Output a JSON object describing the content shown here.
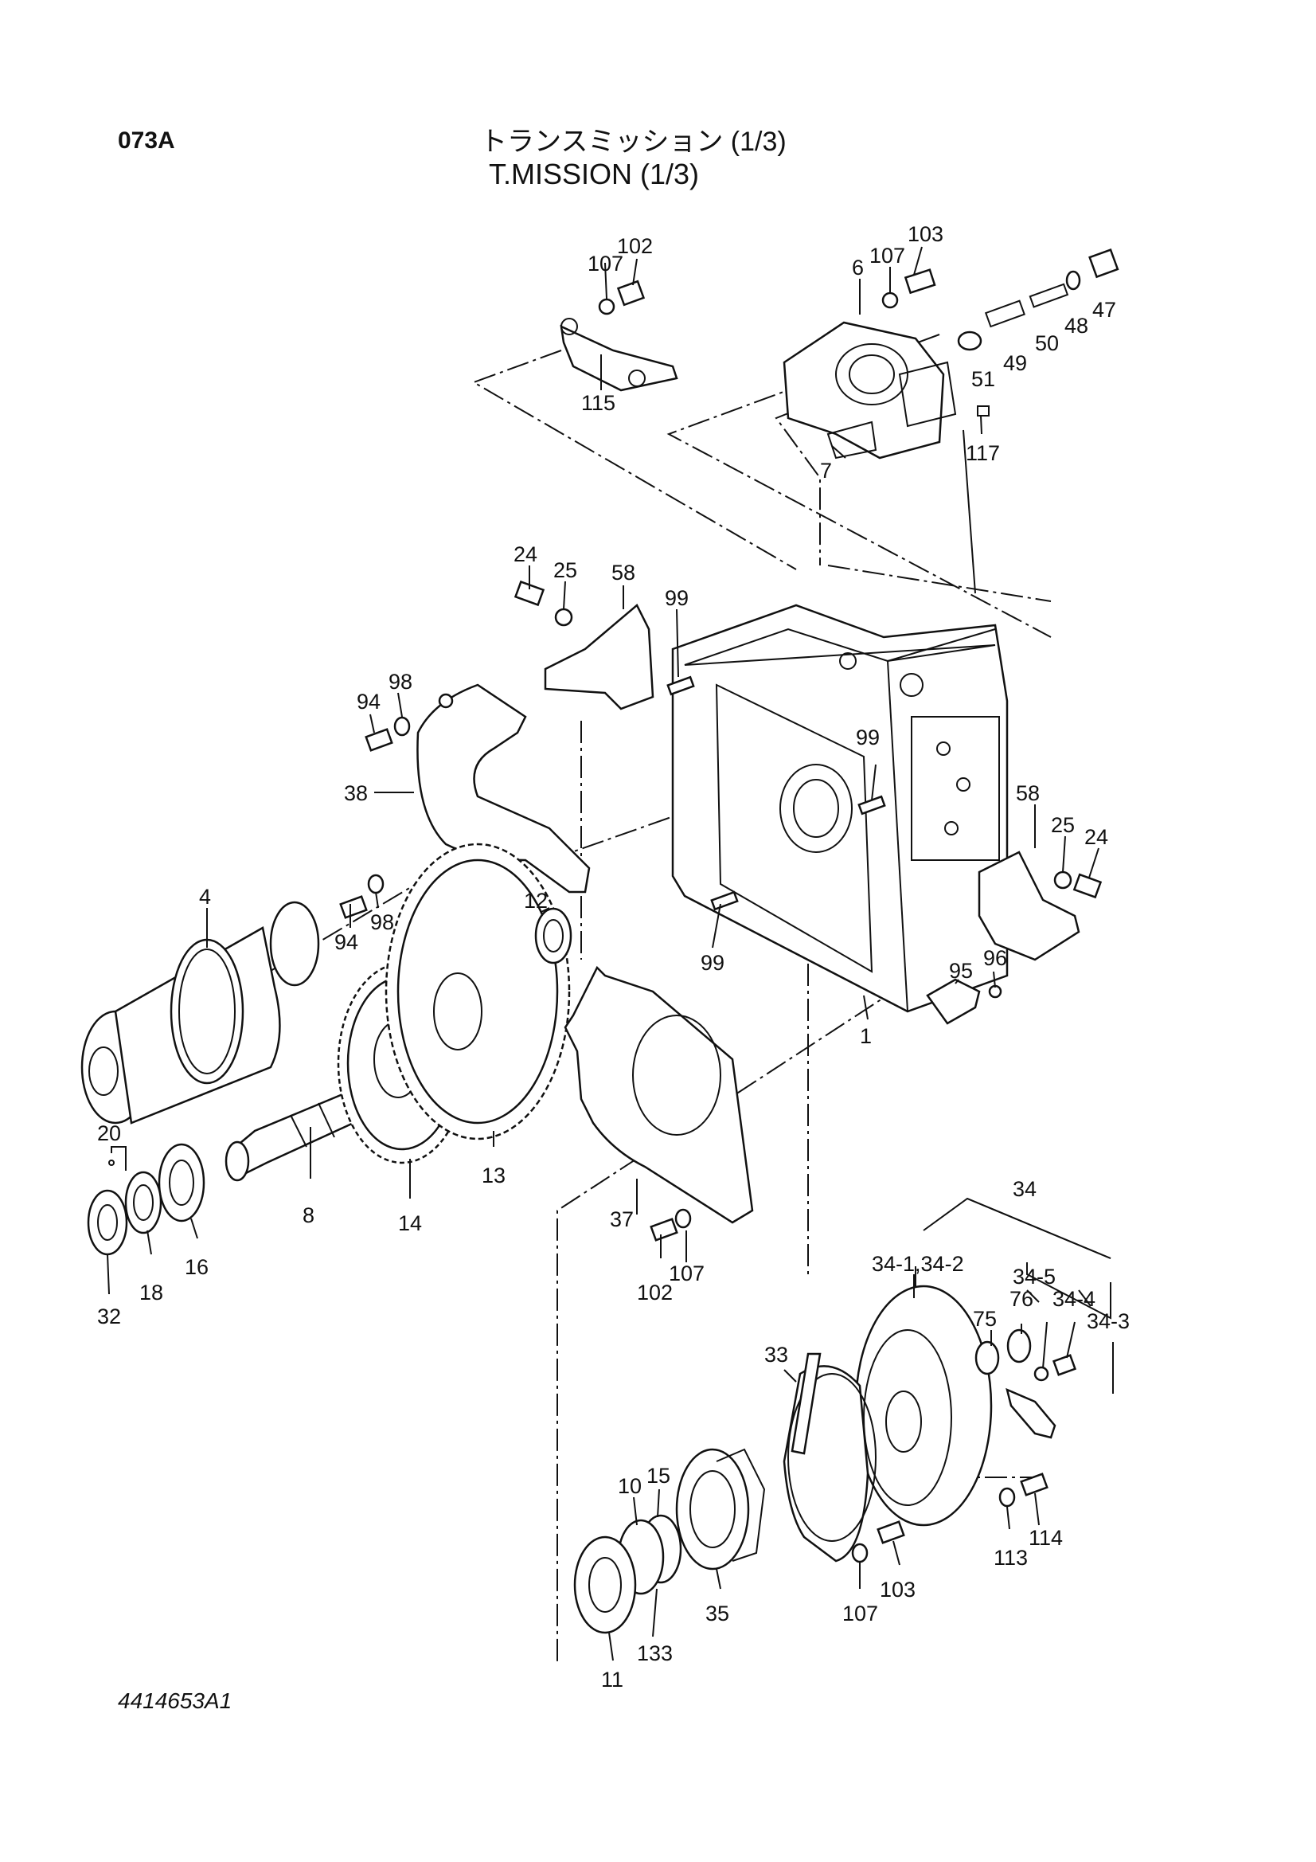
{
  "header": {
    "page_code": "073A",
    "title_jp": "トランスミッション (1/3)",
    "title_en": "T.MISSION (1/3)"
  },
  "footer": {
    "drawing_no": "4414653A1"
  },
  "callouts": [
    "102",
    "107",
    "115",
    "103",
    "107",
    "6",
    "47",
    "48",
    "50",
    "49",
    "51",
    "117",
    "7",
    "24",
    "25",
    "58",
    "99",
    "94",
    "98",
    "38",
    "99",
    "58",
    "25",
    "24",
    "94",
    "98",
    "4",
    "12",
    "99",
    "95",
    "96",
    "1",
    "20",
    "13",
    "14",
    "8",
    "16",
    "18",
    "32",
    "37",
    "102",
    "107",
    "34",
    "34-1,34-2",
    "34-5",
    "34-4",
    "34-3",
    "75",
    "76",
    "33",
    "10",
    "15",
    "35",
    "107",
    "103",
    "113",
    "114",
    "11",
    "133"
  ]
}
